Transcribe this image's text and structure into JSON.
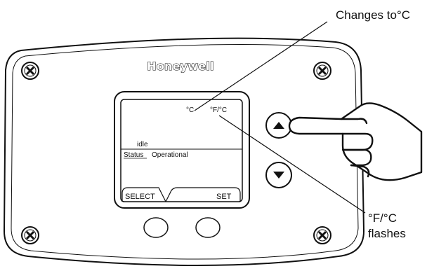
{
  "callouts": {
    "top": "Changes to°C",
    "bottom_line1": "°F/°C",
    "bottom_line2": "flashes"
  },
  "device": {
    "brand": "Honeywell",
    "display": {
      "unit_c": "°C",
      "unit_fc": "°F/°C",
      "state": "idle",
      "status_label": "Status",
      "status_value": "Operational",
      "softkey_left": "SELECT",
      "softkey_right": "SET"
    },
    "buttons": {
      "up_icon": "triangle-up",
      "down_icon": "triangle-down"
    }
  }
}
